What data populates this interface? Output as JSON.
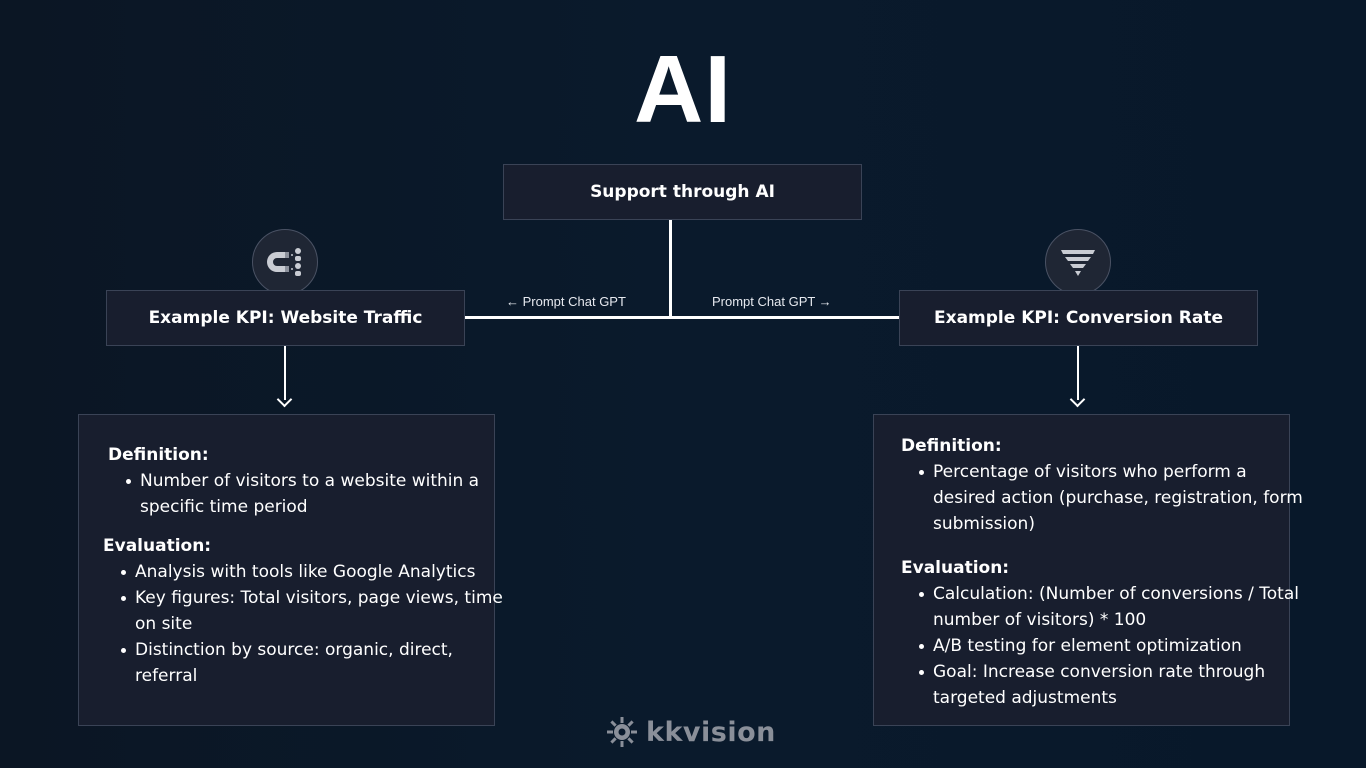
{
  "title": "AI",
  "support_box": "Support through AI",
  "prompt_left": "← Prompt Chat GPT",
  "prompt_right": "Prompt Chat GPT →",
  "kpi_left": {
    "title": "Example KPI: Website Traffic",
    "icon": "magnet-icon",
    "definition_heading": "Definition:",
    "definition_items": [
      "Number of visitors to a website within a specific time period"
    ],
    "evaluation_heading": "Evaluation:",
    "evaluation_items": [
      "Analysis with tools like Google Analytics",
      "Key figures: Total visitors, page views, time on site",
      "Distinction by source: organic, direct, referral"
    ]
  },
  "kpi_right": {
    "title": "Example KPI: Conversion Rate",
    "icon": "funnel-icon",
    "definition_heading": "Definition:",
    "definition_items": [
      "Percentage of visitors who perform a desired action (purchase, registration, form submission)"
    ],
    "evaluation_heading": "Evaluation:",
    "evaluation_items": [
      "Calculation: (Number of conversions / Total number of visitors) * 100",
      "A/B testing for element optimization",
      "Goal: Increase conversion rate through targeted adjustments"
    ]
  },
  "brand": {
    "name": "kkvision",
    "icon": "gear-logo-icon"
  },
  "colors": {
    "background": "#0a1a2c",
    "box": "#181e2e",
    "border": "#3a4356",
    "text": "#ffffff",
    "brand": "#8a8f99"
  }
}
